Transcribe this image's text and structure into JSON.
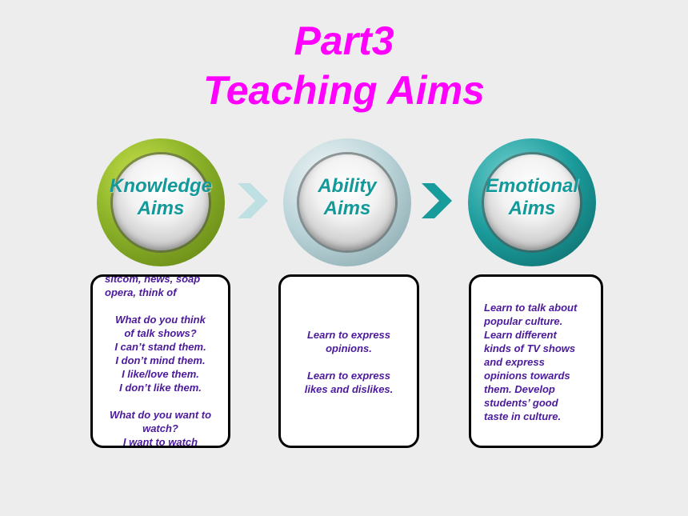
{
  "title": {
    "line1": "Part3",
    "line2": "Teaching Aims"
  },
  "colors": {
    "title": "#ff00ff",
    "circle_label": "#13999a",
    "box_text": "#4b1a9c",
    "knowledge_ring": "#8db32a",
    "ability_ring": "#b9d3d8",
    "emotional_ring": "#1b9b9b",
    "arrow_light": "#bfe0e3",
    "arrow_dark": "#179b9b"
  },
  "circles": {
    "knowledge": {
      "line1": "Knowledge",
      "line2": "Aims"
    },
    "ability": {
      "line1": "Ability",
      "line2": "Aims"
    },
    "emotional": {
      "line1": "Emotional",
      "line2": "Aims"
    }
  },
  "boxes": {
    "knowledge": {
      "lines": [
        "sitcom, news, soap",
        "opera, think of",
        "What do you think",
        "of talk shows?",
        "I can’t stand them.",
        "I don’t mind them.",
        "I like/love them.",
        "I don’t like them.",
        "What do you want to",
        "watch?",
        "I want to watch"
      ]
    },
    "ability": {
      "lines": [
        "Learn to express",
        "opinions.",
        "Learn to express",
        "likes and dislikes."
      ]
    },
    "emotional": {
      "lines": [
        "Learn to talk about",
        "popular culture.",
        "Learn different",
        "kinds of TV shows",
        "and express",
        "opinions towards",
        "them. Develop",
        "students’ good",
        "taste in culture."
      ]
    }
  }
}
